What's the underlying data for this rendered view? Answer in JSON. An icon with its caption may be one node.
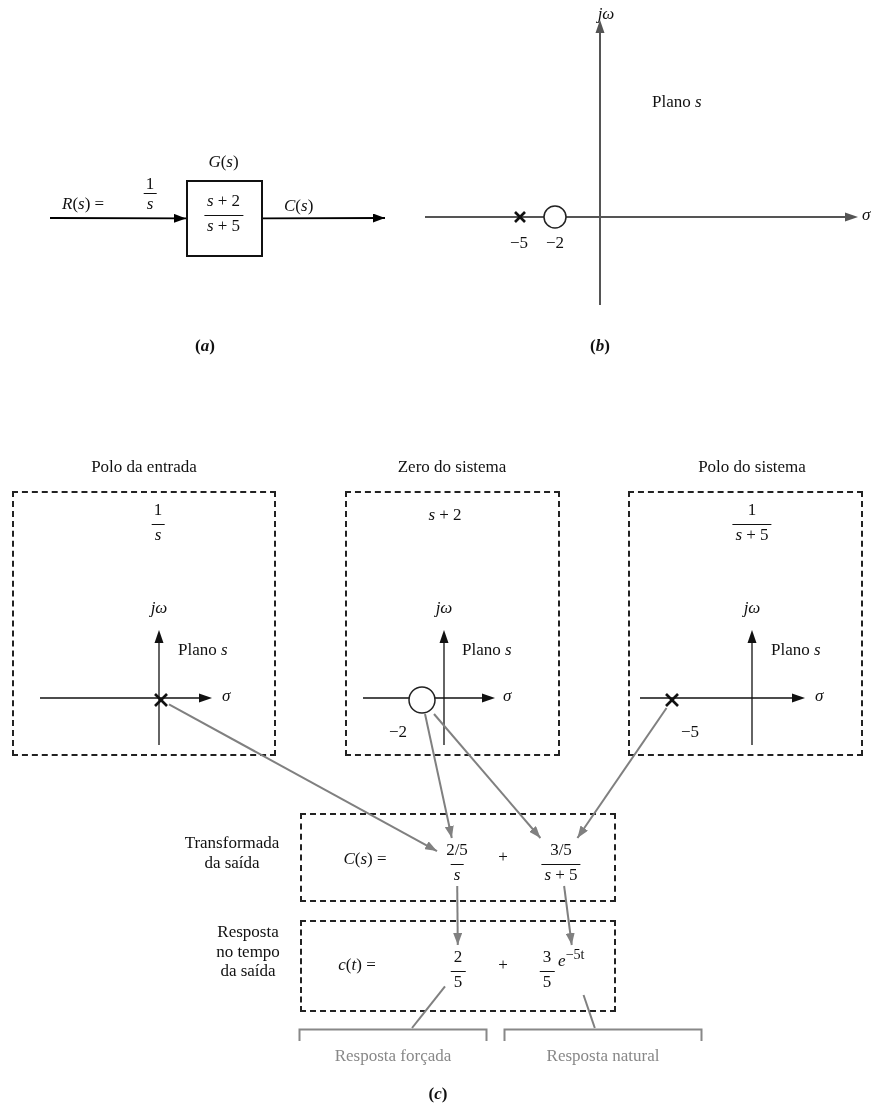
{
  "diagram": {
    "nodes": [
      {
        "text": [
          "*G*(*s*)",
          "*s* + 2",
          "*s* + 5"
        ]
      },
      {
        "text": [],
        "shape": "cross"
      },
      {
        "text": [],
        "shape": "circle"
      },
      {
        "text": [
          "Polo da entrada",
          "1",
          "*s*",
          "jω",
          "Plano *s*",
          "σ"
        ]
      },
      {
        "text": [],
        "shape": "cross",
        "in": 3
      },
      {
        "text": [
          "Zero do sistema",
          "*s* + 2",
          "jω",
          "Plano *s*",
          "σ",
          "−2"
        ]
      },
      {
        "text": [],
        "shape": "circle",
        "in": 5
      },
      {
        "text": [
          "Polo do sistema",
          "1",
          "*s* + 5",
          "jω",
          "Plano *s*",
          "σ",
          "−5"
        ]
      },
      {
        "text": [],
        "shape": "cross",
        "in": 7
      },
      {
        "text": [
          "Transformada da saída",
          "*C*(*s*) =",
          "+"
        ]
      },
      {
        "text": [
          "2/5",
          "*s*"
        ],
        "in": 9
      },
      {
        "text": [
          "3/5",
          "*s* + 5"
        ],
        "in": 9
      },
      {
        "text": [
          "Resposta no tempo da saída",
          "*c*(*t*) =",
          "+"
        ]
      },
      {
        "text": [
          "2",
          "5"
        ],
        "in": 12
      },
      {
        "text": [
          "3",
          "5",
          "*e*$^{−5t}$"
        ],
        "in": 12
      },
      {
        "text": [
          "Resposta forçada"
        ]
      },
      {
        "text": [
          "Resposta natural"
        ]
      }
    ],
    "edges": [
      {
        "from": null,
        "to": 0,
        "arrow": "to",
        "label": "*R*(*s*) =",
        "color": "#000000"
      },
      {
        "from": 0,
        "to": null,
        "arrow": "to",
        "label": "*C*(*s*)",
        "color": "#000000"
      },
      {
        "from": 4,
        "to": 10,
        "arrow": "to"
      },
      {
        "from": 6,
        "to": 10,
        "arrow": "to"
      },
      {
        "from": 6,
        "to": 11,
        "arrow": "to"
      },
      {
        "from": 8,
        "to": 11,
        "arrow": "to"
      },
      {
        "from": 10,
        "to": 13,
        "arrow": "to"
      },
      {
        "from": 11,
        "to": 14,
        "arrow": "to"
      },
      {
        "from": 13,
        "to": 15,
        "arrow": "none"
      },
      {
        "from": 14,
        "to": 16,
        "arrow": "none"
      }
    ],
    "labels": [
      "jω",
      "Plano *s*",
      "1",
      "*s*",
      "σ",
      "−5",
      "−2",
      "(*a*)",
      "(*b*)",
      "(*c*)"
    ]
  }
}
